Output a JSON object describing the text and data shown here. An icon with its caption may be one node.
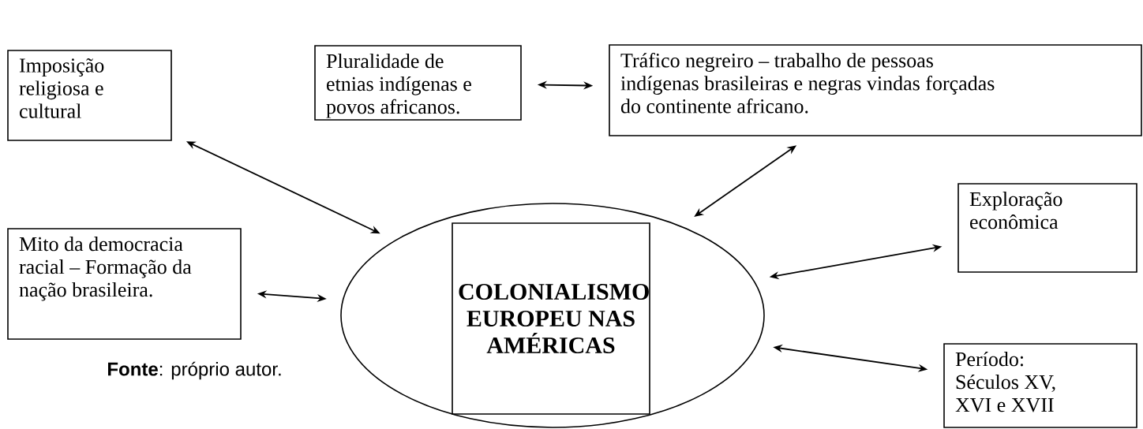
{
  "diagram": {
    "nodes": [
      {
        "text": [],
        "shape": "ellipse"
      },
      {
        "text": [
          "COLONIALISMO EUROPEU NAS AMÉRICAS"
        ],
        "in": 0
      },
      {
        "text": [
          "Imposição religiosa e cultural"
        ]
      },
      {
        "text": [
          "Pluralidade de etnias indígenas e povos africanos."
        ]
      },
      {
        "text": [
          "Tráfico negreiro – trabalho de pessoas indígenas brasileiras e negras vindas forçadas do continente africano."
        ]
      },
      {
        "text": [
          "Mito da democracia racial – Formação da nação brasileira."
        ]
      },
      {
        "text": [
          "Exploração econômica"
        ]
      },
      {
        "text": [
          "Período: Séculos XV, XVI e XVII"
        ]
      }
    ],
    "edges": [
      {
        "from": 2,
        "to": 0,
        "arrow": "both"
      },
      {
        "from": 3,
        "to": 4,
        "arrow": "both"
      },
      {
        "from": 4,
        "to": 0,
        "arrow": "both"
      },
      {
        "from": 5,
        "to": 0,
        "arrow": "both"
      },
      {
        "from": 6,
        "to": 0,
        "arrow": "both"
      },
      {
        "from": 7,
        "to": 0,
        "arrow": "both"
      }
    ],
    "labels": [
      "**Fonte**: próprio autor."
    ]
  }
}
